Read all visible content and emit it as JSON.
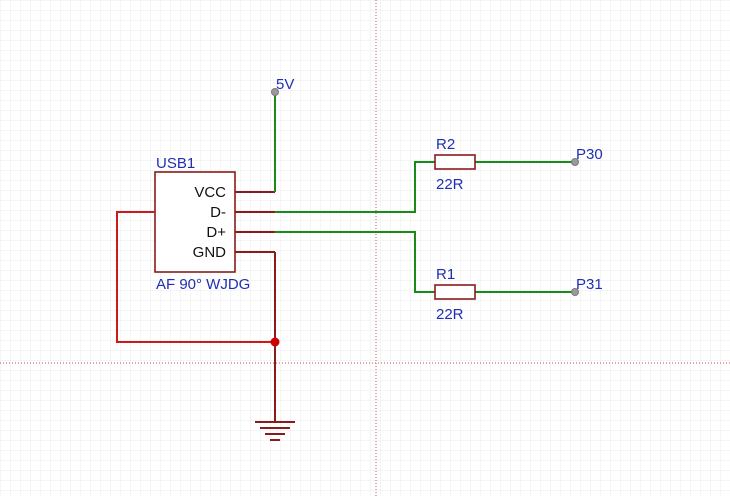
{
  "colors": {
    "background": "#ffffff",
    "grid": "#ebebeb",
    "crosshair": "#c0504d",
    "component": "#8b1a1a",
    "wire_signal": "#1a8a1a",
    "wire_ground": "#cc1a1a",
    "junction": "#cc0000",
    "label_blue": "#1f2fb4",
    "pin_text": "#111111",
    "port_dot": "#9a9a9a"
  },
  "connector": {
    "designator": "USB1",
    "value": "AF 90° WJDG",
    "pins": [
      "VCC",
      "D-",
      "D+",
      "GND"
    ]
  },
  "resistors": [
    {
      "designator": "R2",
      "value": "22R"
    },
    {
      "designator": "R1",
      "value": "22R"
    }
  ],
  "ports": {
    "power": "5V",
    "p30": "P30",
    "p31": "P31"
  },
  "icons": {
    "ground": "ground-symbol-icon"
  }
}
